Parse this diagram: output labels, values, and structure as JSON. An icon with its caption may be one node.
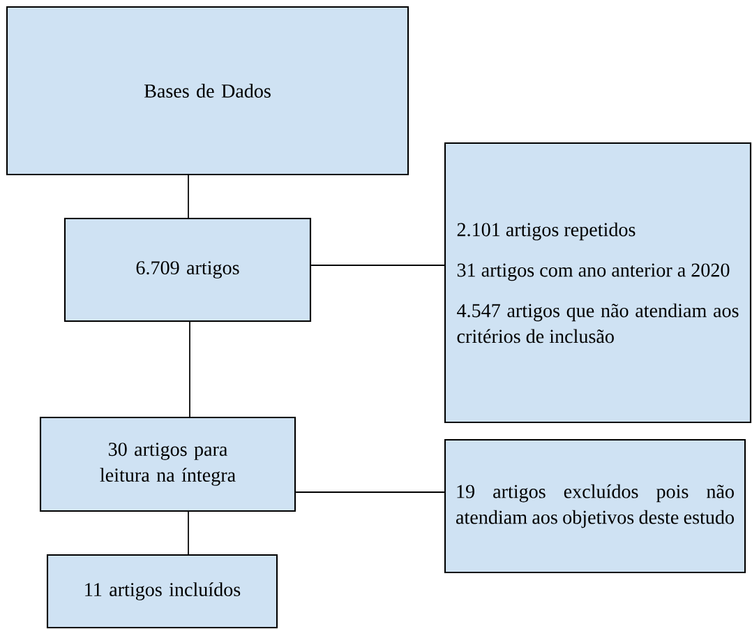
{
  "diagram": {
    "nodes": [
      {
        "text": [
          "Bases de Dados"
        ]
      },
      {
        "text": [
          "6.709 artigos"
        ]
      },
      {
        "text": [
          "2.101 artigos repetidos",
          "31 artigos com ano anterior a 2020",
          "4.547 artigos que não atendiam aos critérios de inclusão"
        ]
      },
      {
        "text": [
          "30 artigos para leitura na íntegra"
        ]
      },
      {
        "text": [
          "19 artigos excluídos pois não atendiam aos objetivos deste estudo"
        ]
      },
      {
        "text": [
          "11 artigos incluídos"
        ]
      }
    ],
    "edges": [
      {
        "from": 0,
        "to": 1,
        "arrow": "none"
      },
      {
        "from": 1,
        "to": 2,
        "arrow": "none"
      },
      {
        "from": 1,
        "to": 3,
        "arrow": "none"
      },
      {
        "from": 3,
        "to": 4,
        "arrow": "none"
      },
      {
        "from": 3,
        "to": 5,
        "arrow": "none"
      }
    ]
  }
}
